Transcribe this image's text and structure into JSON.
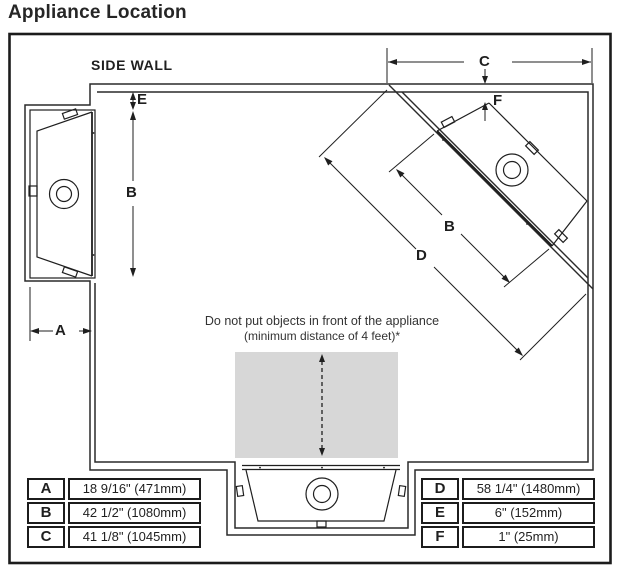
{
  "title": "Appliance Location",
  "diagram": {
    "side_wall_label": "SIDE WALL",
    "note_line1": "Do not put objects in front of the appliance",
    "note_line2": "(minimum distance of 4 feet)*",
    "dim_labels": {
      "A": "A",
      "B": "B",
      "C": "C",
      "D": "D",
      "E": "E",
      "F": "F",
      "B2": "B"
    }
  },
  "colors": {
    "line": "#1f1f1f",
    "keepout_gray": "#d7d7d7",
    "background": "#ffffff"
  },
  "tables": {
    "left": {
      "rows": [
        {
          "label": "A",
          "value": "18 9/16\" (471mm)"
        },
        {
          "label": "B",
          "value": "42 1/2\" (1080mm)"
        },
        {
          "label": "C",
          "value": "41 1/8\" (1045mm)"
        }
      ]
    },
    "right": {
      "rows": [
        {
          "label": "D",
          "value": "58 1/4\" (1480mm)"
        },
        {
          "label": "E",
          "value": "6\" (152mm)"
        },
        {
          "label": "F",
          "value": "1\" (25mm)"
        }
      ]
    }
  }
}
